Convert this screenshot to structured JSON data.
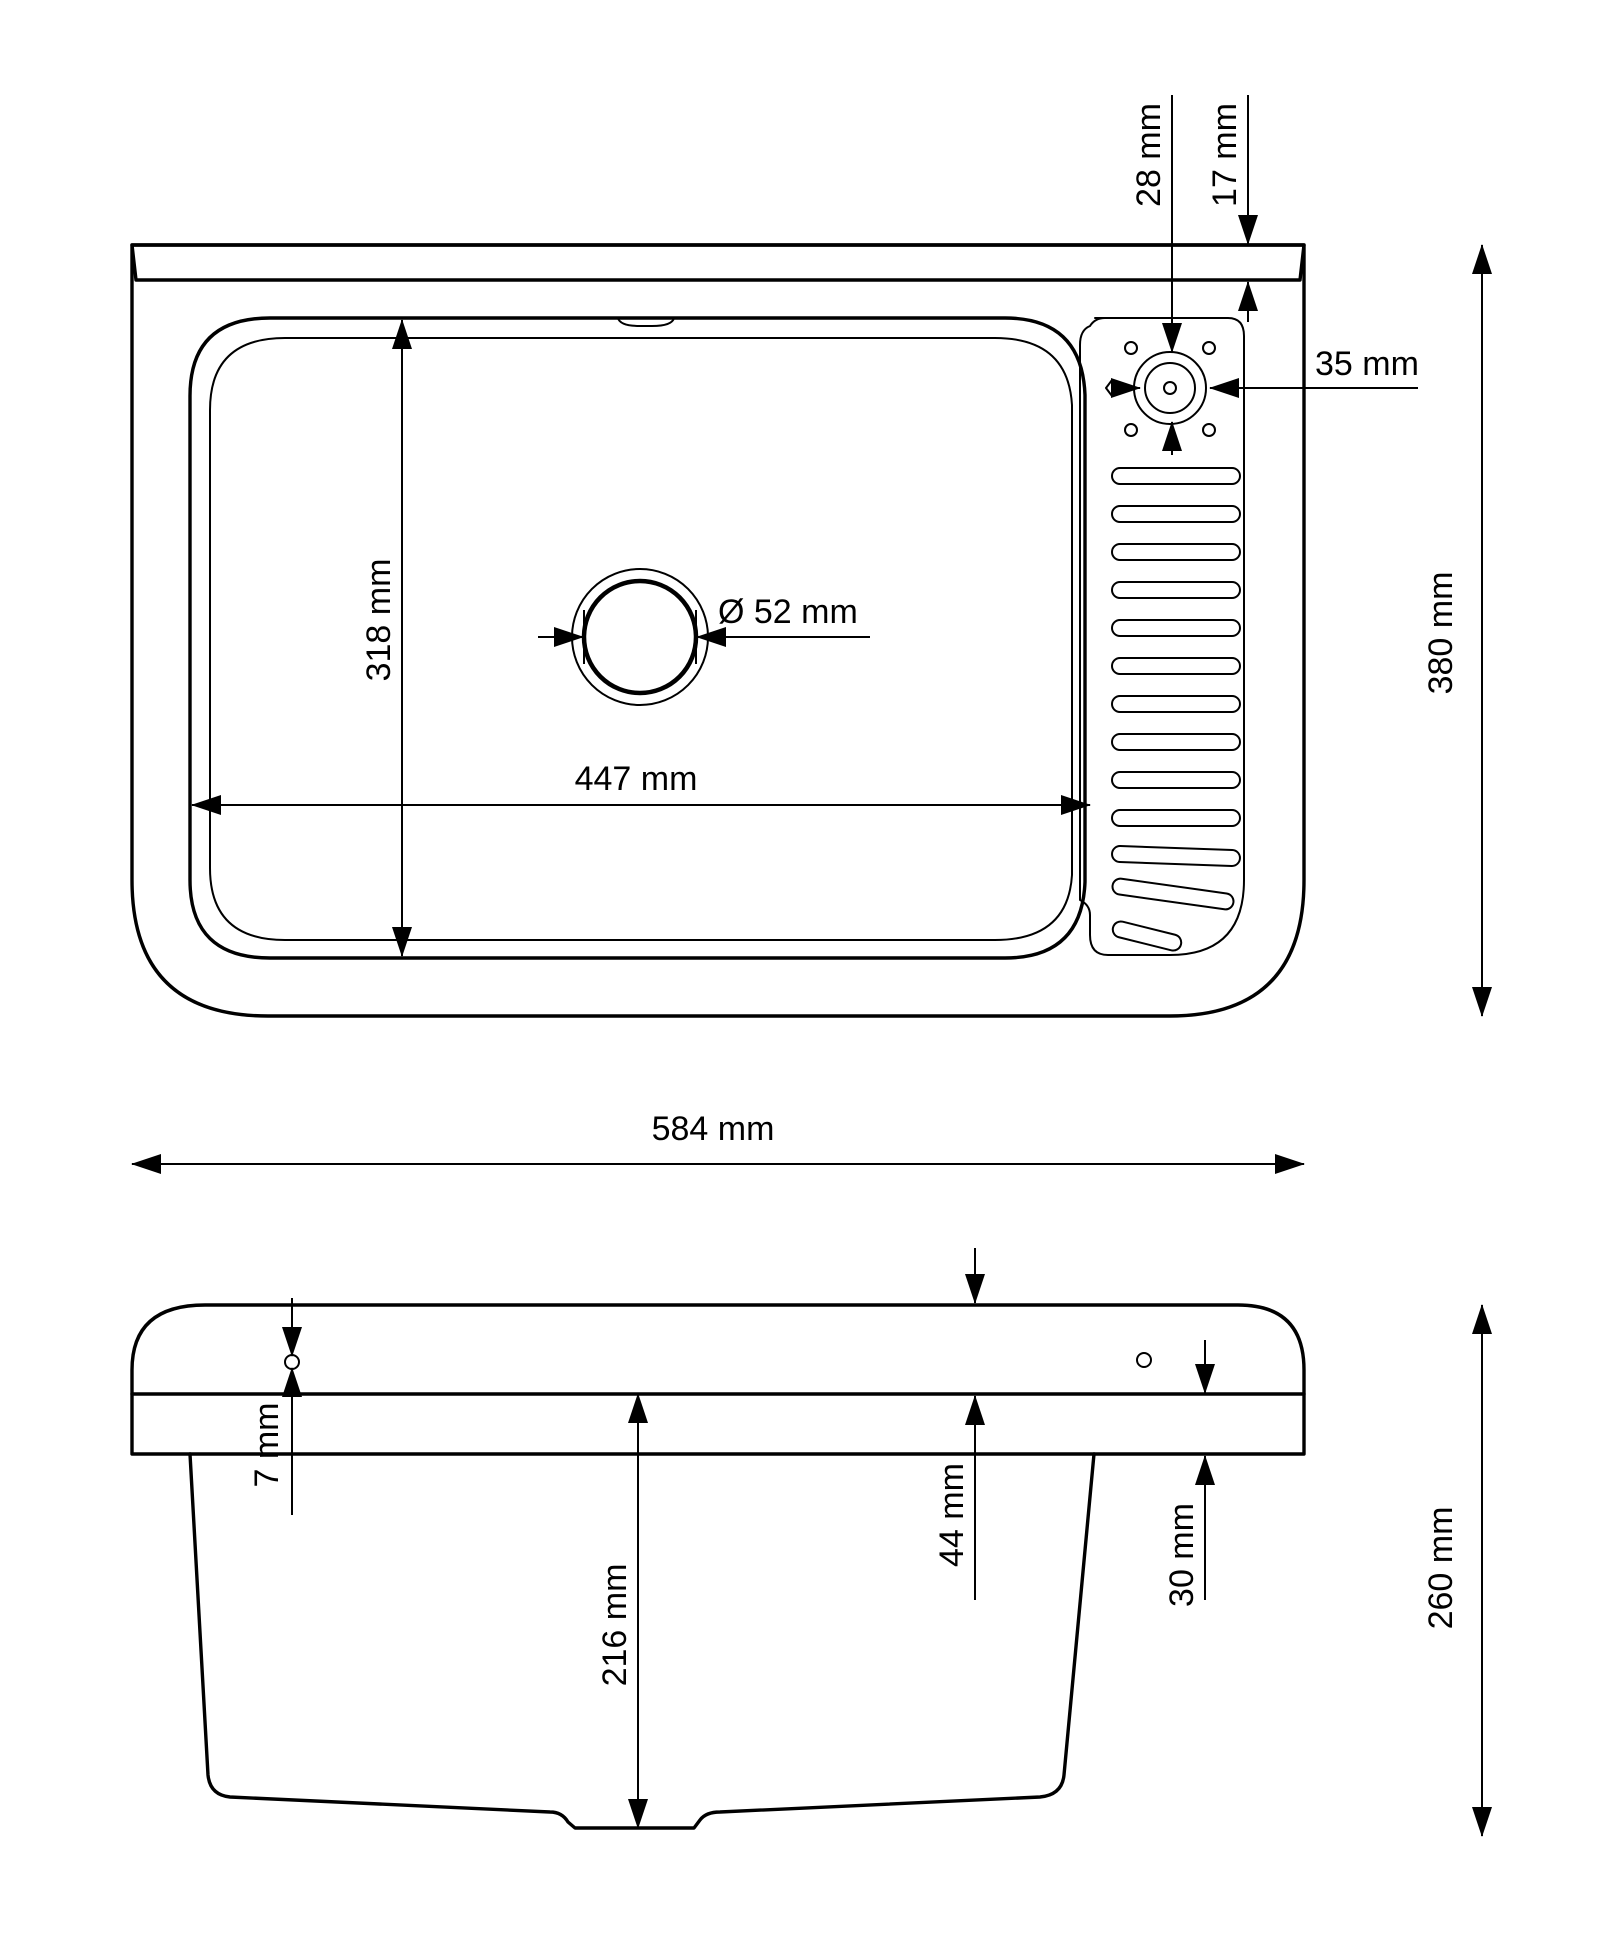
{
  "dimensions": {
    "overall_width": "584 mm",
    "overall_depth": "380 mm",
    "bowl_width": "447 mm",
    "bowl_depth": "318 mm",
    "drain_diameter": "Ø 52 mm",
    "tap_hole_offset": "28 mm",
    "rim_thickness": "17 mm",
    "tap_hole_diameter": "35 mm",
    "side_hole_height": "7 mm",
    "bowl_height": "216 mm",
    "front_rim_height": "44 mm",
    "rear_hole_height": "30 mm",
    "overall_height": "260 mm"
  }
}
